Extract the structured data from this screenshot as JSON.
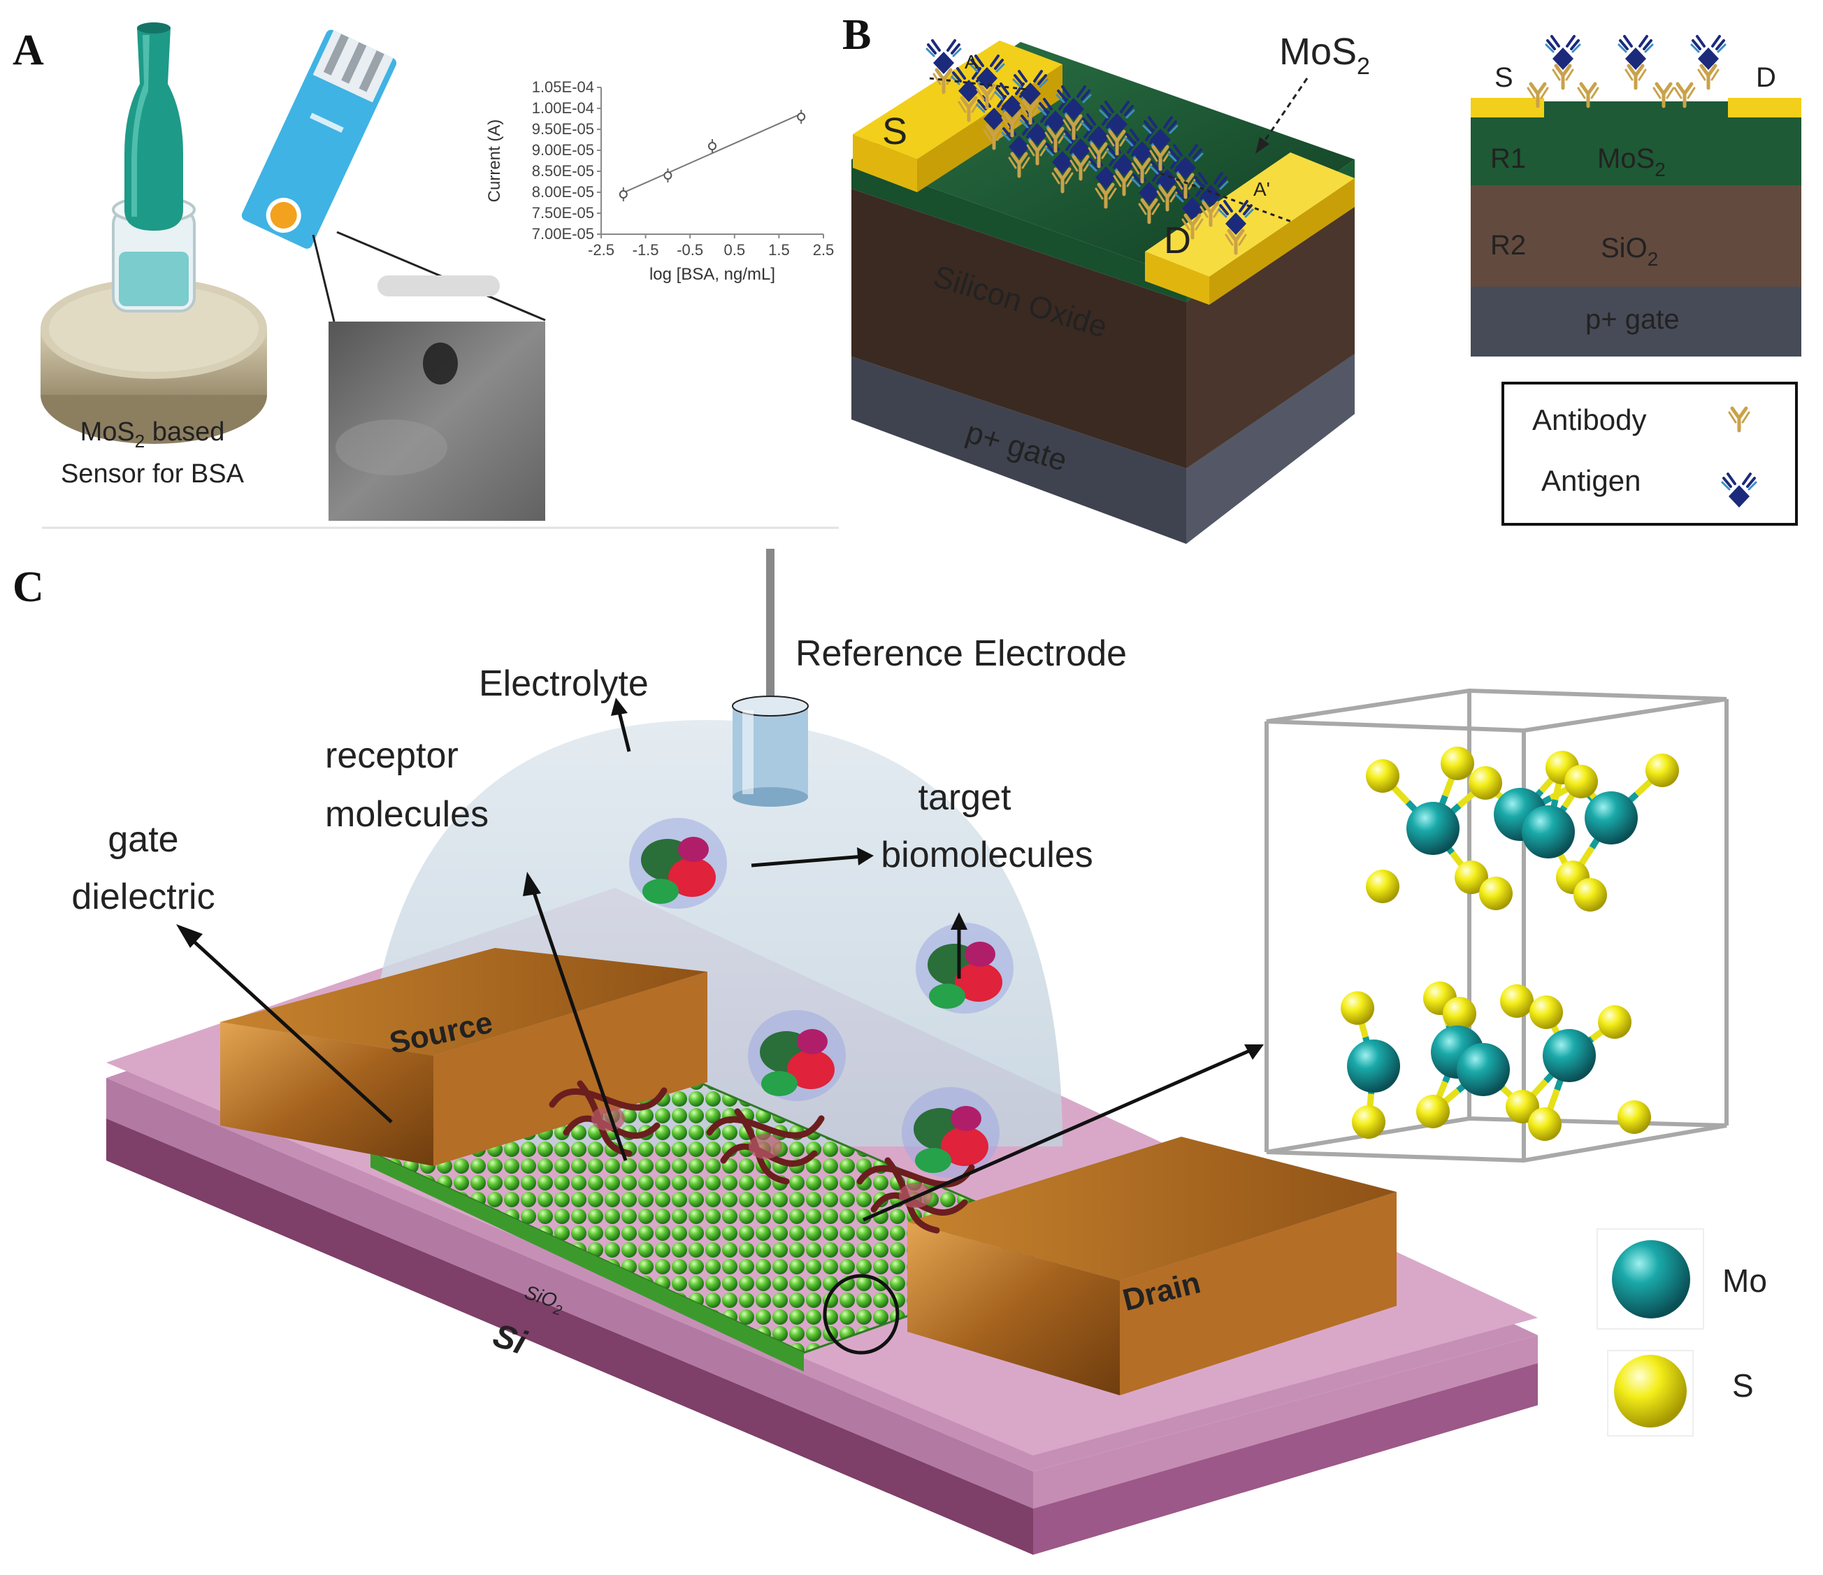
{
  "panels": {
    "a": {
      "letter": "A",
      "caption_line1": "MoS",
      "caption_sub": "2",
      "caption_line1_rest": " based",
      "caption_line2": "Sensor for BSA"
    },
    "b": {
      "letter": "B",
      "mos2": "MoS",
      "mos2_sub": "2",
      "marker_a": "A",
      "marker_a2": "A'",
      "source": "S",
      "drain": "D",
      "silicon_oxide": "Silicon Oxide",
      "gate": "p+ gate",
      "cs_source": "S",
      "cs_drain": "D",
      "cs_r1": "R1",
      "cs_mos2": "MoS",
      "cs_mos2_sub": "2",
      "cs_r2": "R2",
      "cs_sio2": "SiO",
      "cs_sio2_sub": "2",
      "cs_gate": "p+ gate",
      "legend_antibody": "Antibody",
      "legend_antigen": "Antigen"
    },
    "c": {
      "letter": "C",
      "reference_electrode": "Reference Electrode",
      "electrolyte": "Electrolyte",
      "receptor_1": "receptor",
      "receptor_2": "molecules",
      "target_1": "target",
      "target_2": "biomolecules",
      "gate_1": "gate",
      "gate_2": "dielectric",
      "source": "Source",
      "drain": "Drain",
      "sio2": "SiO",
      "sio2_sub": "2",
      "si": "Si",
      "legend_mo": "Mo",
      "legend_s": "S"
    }
  },
  "colors": {
    "gold": "#f2cf1a",
    "mos2_green": "#1e5a35",
    "oxide_brown": "#3b2a22",
    "gate_gray": "#474b57",
    "antigen_navy": "#1c2a7c",
    "antibody_tan": "#c9a24a",
    "mo_teal": "#129c9c",
    "s_yellow": "#f2ee18",
    "si_purple": "#8e4a78",
    "atom_green": "#6fcf3a"
  },
  "chart_data": {
    "type": "scatter",
    "x": [
      -2,
      -1,
      0,
      2
    ],
    "y": [
      7.95e-05,
      8.4e-05,
      9.1e-05,
      9.8e-05
    ],
    "xlabel": "log [BSA, ng/mL]",
    "ylabel": "Current (A)",
    "xlim": [
      -2.5,
      2.5
    ],
    "ylim": [
      7e-05,
      0.000105
    ],
    "xticks": [
      "-2.5",
      "-1.5",
      "-0.5",
      "0.5",
      "1.5",
      "2.5"
    ],
    "yticks": [
      "7.00E-05",
      "7.50E-05",
      "8.00E-05",
      "8.50E-05",
      "9.00E-05",
      "9.50E-05",
      "1.00E-04",
      "1.05E-04"
    ],
    "trendline": true,
    "error_bars": true
  }
}
